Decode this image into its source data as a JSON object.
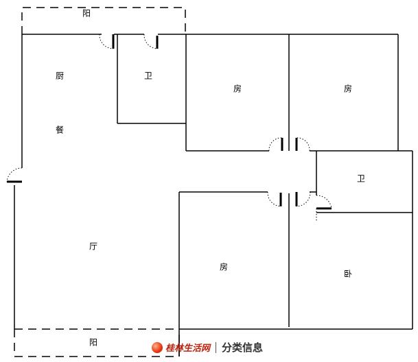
{
  "rooms": {
    "balcony_top": "阳",
    "kitchen": "厨",
    "dining": "餐",
    "bath_top": "卫",
    "room_1": "房",
    "room_2": "房",
    "bath_right": "卫",
    "living": "厅",
    "room_3": "房",
    "bedroom": "卧",
    "balcony_bottom": "阳"
  },
  "watermark": {
    "site_name": "桂林生活网",
    "category": "分类信息"
  }
}
